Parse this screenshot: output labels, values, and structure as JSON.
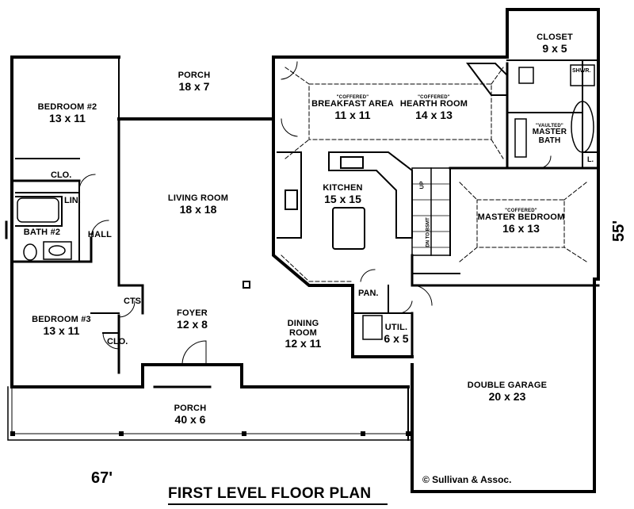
{
  "rooms": {
    "porch_rear": {
      "name": "PORCH",
      "dims": "18 x 7"
    },
    "bedroom2": {
      "name": "BEDROOM #2",
      "dims": "13 x 11"
    },
    "breakfast": {
      "note": "\"COFFERED\"",
      "name": "BREAKFAST AREA",
      "dims": "11 x 11"
    },
    "hearth": {
      "note": "\"COFFERED\"",
      "name": "HEARTH ROOM",
      "dims": "14 x 13"
    },
    "closet": {
      "name": "CLOSET",
      "dims": "9 x 5"
    },
    "master_bath": {
      "note": "\"VAULTED\"",
      "name": "MASTER",
      "name2": "BATH"
    },
    "living": {
      "name": "LIVING ROOM",
      "dims": "18 x 18"
    },
    "kitchen": {
      "name": "KITCHEN",
      "dims": "15 x 15"
    },
    "master_bed": {
      "note": "\"COFFERED\"",
      "name": "MASTER BEDROOM",
      "dims": "16 x 13"
    },
    "bath2": {
      "name": "BATH #2"
    },
    "hall": {
      "name": "HALL"
    },
    "foyer": {
      "name": "FOYER",
      "dims": "12 x 8"
    },
    "bedroom3": {
      "name": "BEDROOM #3",
      "dims": "13 x 11"
    },
    "dining": {
      "name": "DINING",
      "name2": "ROOM",
      "dims": "12 x 11"
    },
    "util": {
      "name": "UTIL.",
      "dims": "6 x 5"
    },
    "garage": {
      "name": "DOUBLE GARAGE",
      "dims": "20 x 23"
    },
    "porch_front": {
      "name": "PORCH",
      "dims": "40 x 6"
    }
  },
  "labels": {
    "clo_top": "CLO.",
    "clo_bottom": "CLO.",
    "lin": "LIN.",
    "cts": "CTS.",
    "pan": "PAN.",
    "shwr": "SHWR.",
    "linen_l": "L.",
    "up": "UP",
    "down": "DN TO BSMT"
  },
  "dimensions": {
    "width": "67'",
    "depth": "55'"
  },
  "title": "FIRST LEVEL FLOOR PLAN",
  "copyright": "© Sullivan & Assoc."
}
